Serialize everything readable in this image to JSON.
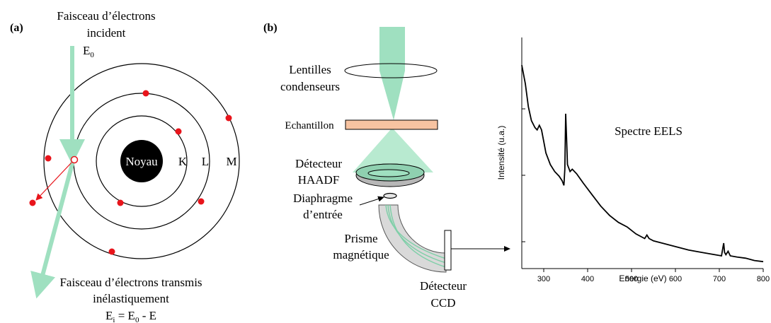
{
  "panel_a": {
    "tag": "(a)",
    "incident_line1": "Faisceau d’électrons",
    "incident_line2": "incident",
    "e0_main": "E",
    "e0_sub": "0",
    "nucleus": "Noyau",
    "shell_k": "K",
    "shell_l": "L",
    "shell_m": "M",
    "transmitted_line1": "Faisceau d’électrons transmis",
    "transmitted_line2": "inélastiquement",
    "ei_main": "E",
    "ei_sub": "i",
    "ei_eq": " = E",
    "ei_sub0": "0",
    "ei_tail": " - E"
  },
  "panel_b": {
    "tag": "(b)",
    "lens_line1": "Lentilles",
    "lens_line2": "condenseurs",
    "sample": "Echantillon",
    "haadf_line1": "Détecteur",
    "haadf_line2": "HAADF",
    "aperture_line1": "Diaphragme",
    "aperture_line2": "d’entrée",
    "prism_line1": "Prisme",
    "prism_line2": "magnétique",
    "ccd_line1": "Détecteur",
    "ccd_line2": "CCD",
    "colors": {
      "beam": "#9fe0c0",
      "sample": "#f7c3a1",
      "electron": "#e8141b",
      "prism": "#d9d9d9"
    }
  },
  "spectrum": {
    "title": "Spectre EELS",
    "xlabel": "Energie (eV)",
    "ylabel": "Intensité (u.a.)",
    "xticks": [
      "300",
      "400",
      "500",
      "600",
      "700",
      "800"
    ]
  },
  "chart_data": {
    "type": "line",
    "xlabel": "Energie (eV)",
    "ylabel": "Intensité (u.a.)",
    "xlim": [
      250,
      800
    ],
    "x": [
      250,
      258,
      265,
      272,
      280,
      285,
      290,
      295,
      300,
      305,
      315,
      325,
      335,
      342,
      346,
      348,
      350,
      352,
      354,
      356,
      360,
      365,
      375,
      390,
      410,
      430,
      450,
      470,
      490,
      510,
      530,
      535,
      540,
      550,
      570,
      600,
      630,
      660,
      690,
      705,
      708,
      710,
      712,
      715,
      720,
      725,
      740,
      760,
      780,
      800
    ],
    "y": [
      0.88,
      0.8,
      0.7,
      0.64,
      0.61,
      0.6,
      0.62,
      0.6,
      0.55,
      0.5,
      0.45,
      0.42,
      0.4,
      0.38,
      0.36,
      0.43,
      0.67,
      0.57,
      0.45,
      0.44,
      0.42,
      0.43,
      0.41,
      0.37,
      0.32,
      0.27,
      0.23,
      0.2,
      0.18,
      0.15,
      0.13,
      0.145,
      0.13,
      0.12,
      0.11,
      0.095,
      0.08,
      0.07,
      0.06,
      0.055,
      0.09,
      0.11,
      0.07,
      0.06,
      0.075,
      0.055,
      0.05,
      0.045,
      0.035,
      0.03
    ]
  }
}
